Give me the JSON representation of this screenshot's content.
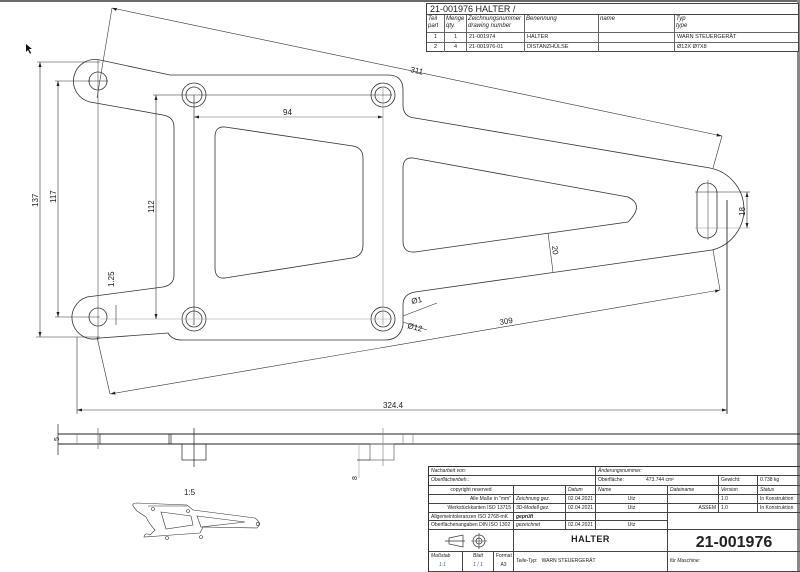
{
  "parts_list": {
    "title": "21-001976 HALTER /",
    "headers": [
      {
        "de": "Teil",
        "en": "part"
      },
      {
        "de": "Menge",
        "en": "qty."
      },
      {
        "de": "Zeichnungsnummer",
        "en": "drawing number"
      },
      {
        "de": "Benennung",
        "en": ""
      },
      {
        "de": "name",
        "en": ""
      },
      {
        "de": "Typ",
        "en": "type"
      }
    ],
    "rows": [
      {
        "part": "1",
        "qty": "1",
        "drawing_number": "21-001974",
        "benennung": "HALTER",
        "name": "",
        "type": "WARN STEUERGERÄT"
      },
      {
        "part": "2",
        "qty": "4",
        "drawing_number": "21-001976-01",
        "benennung": "DISTANZHÜLSE",
        "name": "",
        "type": "Ø12X Ø7X8"
      }
    ]
  },
  "dimensions": {
    "d311": "311",
    "d309": "309",
    "d324": "324.4",
    "d137": "137",
    "d117": "117",
    "d112": "112",
    "d94": "94",
    "d125": "1.25",
    "d20": "20",
    "d18": "18",
    "dia1": "Ø1",
    "dia12": "Ø12",
    "side_5": "5",
    "side_8": "8"
  },
  "iso_view": {
    "scale": "1:5"
  },
  "title_block": {
    "nacharbeit": "Nacharbeit von:",
    "aenderung": "Änderungsnummer:",
    "oberflaechenbeh": "Oberflächenbeh.:",
    "oberflaeche_label": "Oberfläche:",
    "oberflaeche_value": "473.744 cm²",
    "gewicht_label": "Gewicht:",
    "gewicht_value": "0.738 kg",
    "copyright": "copyright reserved",
    "col_datum": "Datum",
    "col_name": "Name",
    "col_dateiname": "Dateiname",
    "col_version": "Version",
    "col_status": "Status",
    "alle_masse": "Alle Maße in \"mm\"",
    "werkstueck": "Werkstückkanten ISO 13715",
    "allgemein": "Allgemeintoleranzen ISO 2768-mK",
    "oberflaechenangaben": "Oberflächenangaben DIN ISO 1302",
    "rows": [
      {
        "label": "Zeichnung gez.",
        "datum": "02.04.2021",
        "name": "Utz",
        "dateiname": "",
        "version": "1.0",
        "status": "In Konstruktion"
      },
      {
        "label": "3D-Modell gez.",
        "datum": "02.04.2021",
        "name": "Utz",
        "dateiname": "ASSEM",
        "version": "1.0",
        "status": "In Konstruktion"
      },
      {
        "label": "geprüft",
        "datum": "",
        "name": ""
      },
      {
        "label": "gezeichnet",
        "datum": "02.04.2021",
        "name": "Utz"
      }
    ],
    "part_name": "HALTER",
    "drawing_number": "21-001976",
    "massstab_label": "Maßstab",
    "massstab_value": "1:1",
    "blatt_label": "Blatt",
    "blatt_value": "1 / 1",
    "format_label": "Format",
    "format_value": "A3",
    "teile_typ_label": "Teile-Typ:",
    "teile_typ_value": "WARN STEUERGERÄT",
    "maschine_label": "für Maschine:"
  }
}
